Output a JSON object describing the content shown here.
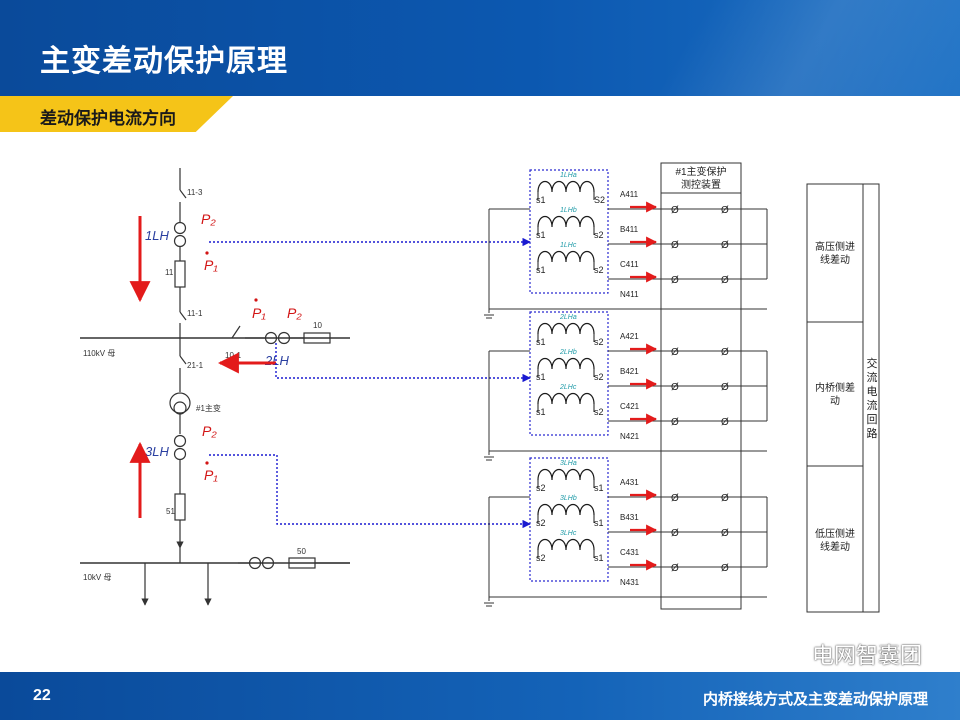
{
  "header": {
    "title": "主变差动保护原理"
  },
  "subheader": {
    "title": "差动保护电流方向"
  },
  "single_line": {
    "switch_top": "11-3",
    "ct1": "1LH",
    "breaker_11": "11",
    "switch_11_1": "11-1",
    "bus_110kv": "110kV 母",
    "switch_21_1": "21-1",
    "transformer": "#1主变",
    "ct3": "3LH",
    "breaker_51": "51",
    "bus_10kv": "10kV 母",
    "switch_10_1": "10-1",
    "ct2": "2LH",
    "breaker_10": "10",
    "breaker_50": "50",
    "p1": "P₁",
    "p2": "P₂"
  },
  "ct_groups": [
    {
      "coils": [
        "1LHa",
        "1LHb",
        "1LHc"
      ],
      "phases": [
        "A411",
        "B411",
        "C411",
        "N411"
      ],
      "left_term": [
        "s1",
        "s1",
        "s1"
      ],
      "right_term": [
        "S2",
        "s2",
        "s2"
      ]
    },
    {
      "coils": [
        "2LHa",
        "2LHb",
        "2LHc"
      ],
      "phases": [
        "A421",
        "B421",
        "C421",
        "N421"
      ],
      "left_term": [
        "s1",
        "s1",
        "s1"
      ],
      "right_term": [
        "s2",
        "s2",
        "s2"
      ]
    },
    {
      "coils": [
        "3LHa",
        "3LHb",
        "3LHc"
      ],
      "phases": [
        "A431",
        "B431",
        "C431",
        "N431"
      ],
      "left_term": [
        "s2",
        "s2",
        "s2"
      ],
      "right_term": [
        "s1",
        "s1",
        "s1"
      ]
    }
  ],
  "device": {
    "line1": "#1主变保护",
    "line2": "测控装置",
    "terminal": "Ø"
  },
  "panel": {
    "sections": [
      {
        "line1": "高压侧进",
        "line2": "线差动"
      },
      {
        "line1": "内桥侧差",
        "line2": "动"
      },
      {
        "line1": "低压侧进",
        "line2": "线差动"
      }
    ],
    "side_label": [
      "交",
      "流",
      "电",
      "流",
      "回",
      "路"
    ]
  },
  "footer": {
    "page": "22",
    "title": "内桥接线方式及主变差动保护原理"
  },
  "watermark": {
    "text": "电网智囊团",
    "icon": "wechat-icon"
  },
  "colors": {
    "header_blue": "#0c58b0",
    "accent_yellow": "#f5c418",
    "arrow_red": "#e31b1b",
    "dotted_blue": "#1a1ad0",
    "coil_label_teal": "#1f9ba8"
  }
}
